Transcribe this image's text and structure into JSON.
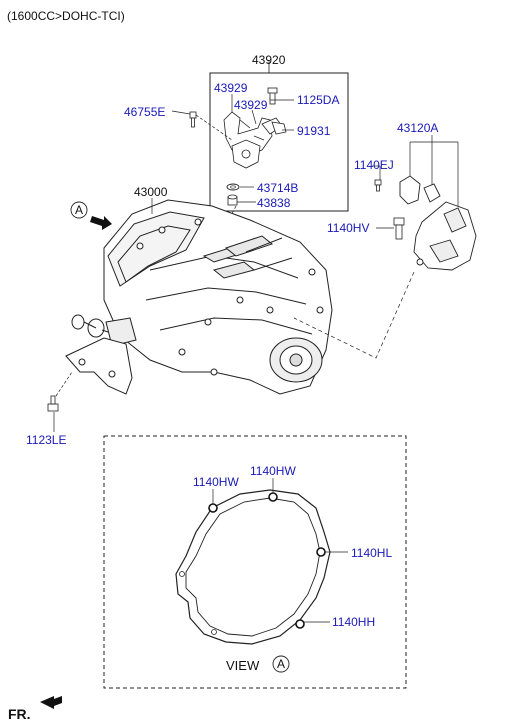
{
  "header": {
    "spec": "(1600CC>DOHC-TCI)"
  },
  "colors": {
    "callout": "#1a1ab8",
    "text": "#111111",
    "line": "#222222"
  },
  "parts": {
    "p43920": "43920",
    "p43929a": "43929",
    "p43929b": "43929",
    "p1125DA": "1125DA",
    "p46755E": "46755E",
    "p91931": "91931",
    "p43714B": "43714B",
    "p43838": "43838",
    "p43120A": "43120A",
    "p1140EJ": "1140EJ",
    "p43000": "43000",
    "p1140HV": "1140HV",
    "p1123LE": "1123LE",
    "p1140HW_a": "1140HW",
    "p1140HW_b": "1140HW",
    "p1140HL": "1140HL",
    "p1140HH": "1140HH"
  },
  "view": {
    "marker": "A",
    "label": "VIEW",
    "marker2": "A"
  },
  "direction": {
    "label": "FR."
  }
}
